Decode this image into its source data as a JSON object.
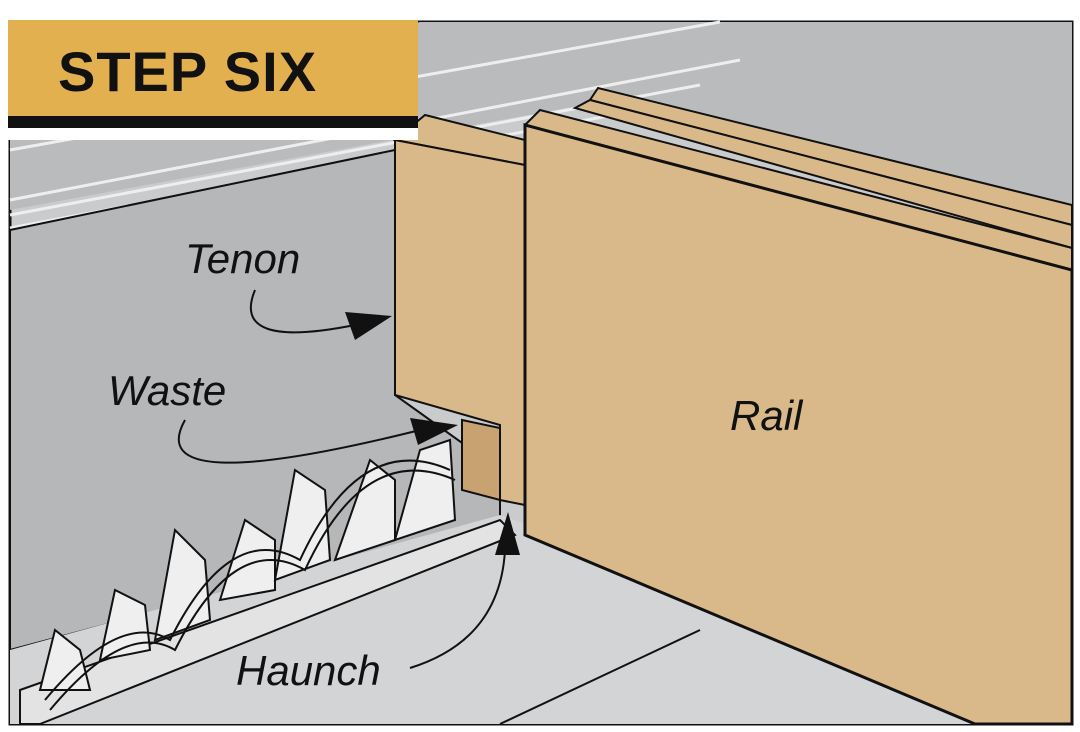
{
  "header": {
    "step_title": "STEP SIX"
  },
  "labels": {
    "tenon": "Tenon",
    "waste": "Waste",
    "haunch": "Haunch",
    "rail": "Rail"
  },
  "colors": {
    "fence_gray": "#b8babc",
    "table_gray": "#cfd0d1",
    "wood": "#d9b98a",
    "wood_dark": "#c9a272",
    "title_gold": "#e2b04e",
    "blade": "#e6e6e6"
  }
}
